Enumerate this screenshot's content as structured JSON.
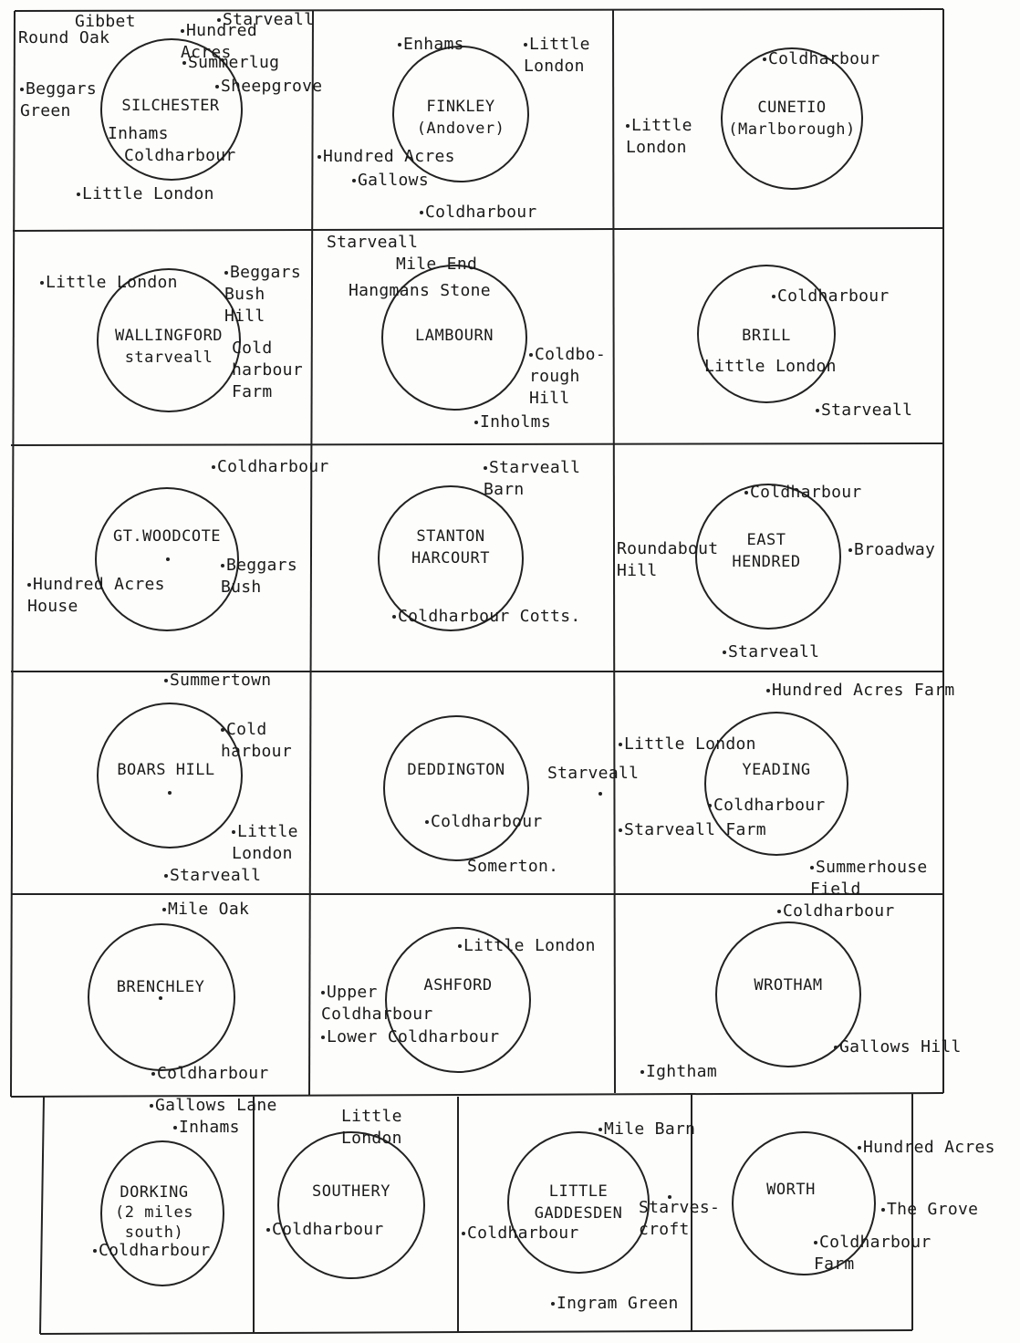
{
  "cells": [
    {
      "id": "silchester",
      "center": "SILCHESTER",
      "places": [
        {
          "text": "Gibbet"
        },
        {
          "text": "Round Oak"
        },
        {
          "text": "Starveall"
        },
        {
          "text": "Hundred\nAcres"
        },
        {
          "text": "Summerlug"
        },
        {
          "text": "Sheepgrove"
        },
        {
          "text": "Beggars\nGreen"
        },
        {
          "text": "Inhams"
        },
        {
          "text": "Coldharbour"
        },
        {
          "text": "Little London"
        }
      ]
    },
    {
      "id": "finkley",
      "center": "FINKLEY\n(Andover)",
      "places": [
        {
          "text": "Enhams"
        },
        {
          "text": "Little\nLondon"
        },
        {
          "text": "Hundred Acres"
        },
        {
          "text": "Gallows"
        },
        {
          "text": "Coldharbour"
        }
      ]
    },
    {
      "id": "cunetio",
      "center": "CUNETIO\n(Marlborough)",
      "places": [
        {
          "text": "Coldharbour"
        },
        {
          "text": "Little\nLondon"
        }
      ]
    },
    {
      "id": "wallingford",
      "center": "WALLINGFORD\nstarveall",
      "places": [
        {
          "text": "Little London"
        },
        {
          "text": "Beggars\nBush\nHill"
        },
        {
          "text": "Cold\nharbour\nFarm"
        }
      ]
    },
    {
      "id": "lambourn",
      "center": "LAMBOURN",
      "places": [
        {
          "text": "Starveall"
        },
        {
          "text": "Mile End"
        },
        {
          "text": "Hangmans Stone"
        },
        {
          "text": "Coldbo-\nrough\nHill"
        },
        {
          "text": "Inholms"
        }
      ]
    },
    {
      "id": "brill",
      "center": "BRILL",
      "places": [
        {
          "text": "Coldharbour"
        },
        {
          "text": "Little London"
        },
        {
          "text": "Starveall"
        }
      ]
    },
    {
      "id": "woodcote",
      "center": "GT.WOODCOTE",
      "places": [
        {
          "text": "Coldharbour"
        },
        {
          "text": "Hundred Acres\n      House"
        },
        {
          "text": "Beggars\nBush"
        }
      ]
    },
    {
      "id": "stanton",
      "center": "STANTON\nHARCOURT",
      "places": [
        {
          "text": "Starveall\n  Barn"
        },
        {
          "text": "Coldharbour Cotts."
        }
      ]
    },
    {
      "id": "hendred",
      "center": "EAST\nHENDRED",
      "places": [
        {
          "text": "Coldharbour"
        },
        {
          "text": "Roundabout\nHill"
        },
        {
          "text": "Broadway"
        },
        {
          "text": "Starveall"
        }
      ]
    },
    {
      "id": "boarshill",
      "center": "BOARS HILL",
      "places": [
        {
          "text": "Summertown"
        },
        {
          "text": "Cold\n harbour"
        },
        {
          "text": "Little\nLondon"
        },
        {
          "text": "Starveall"
        }
      ]
    },
    {
      "id": "deddington",
      "center": "DEDDINGTON",
      "places": [
        {
          "text": "Starveall"
        },
        {
          "text": "Coldharbour"
        },
        {
          "text": "Somerton."
        }
      ]
    },
    {
      "id": "yeading",
      "center": "YEADING",
      "places": [
        {
          "text": "Hundred Acres Farm"
        },
        {
          "text": "Little London"
        },
        {
          "text": "Coldharbour"
        },
        {
          "text": "Starveall Farm"
        },
        {
          "text": "Summerhouse\nField"
        }
      ]
    },
    {
      "id": "brenchley",
      "center": "BRENCHLEY",
      "places": [
        {
          "text": "Mile Oak"
        },
        {
          "text": "Coldharbour"
        }
      ]
    },
    {
      "id": "ashford",
      "center": "ASHFORD",
      "places": [
        {
          "text": "Little London"
        },
        {
          "text": "Upper\nColdharbour"
        },
        {
          "text": "Lower Coldharbour"
        }
      ]
    },
    {
      "id": "wrotham",
      "center": "WROTHAM",
      "places": [
        {
          "text": "Coldharbour"
        },
        {
          "text": "Gallows Hill"
        },
        {
          "text": "Ightham"
        }
      ]
    },
    {
      "id": "dorking",
      "center": "DORKING\n(2 miles\nsouth)",
      "places": [
        {
          "text": "Gallows Lane"
        },
        {
          "text": "Inhams"
        },
        {
          "text": "Coldharbour"
        }
      ]
    },
    {
      "id": "southery",
      "center": "SOUTHERY",
      "places": [
        {
          "text": "Little\n  London"
        },
        {
          "text": "Coldharbour"
        }
      ]
    },
    {
      "id": "gaddesden",
      "center": "LITTLE\nGADDESDEN",
      "places": [
        {
          "text": "Mile Barn"
        },
        {
          "text": "Starves-\ncroft"
        },
        {
          "text": "Coldharbour"
        },
        {
          "text": "Ingram Green"
        }
      ]
    },
    {
      "id": "worth",
      "center": "WORTH",
      "places": [
        {
          "text": "Hundred Acres"
        },
        {
          "text": "The Grove"
        },
        {
          "text": "Coldharbour\n  Farm"
        }
      ]
    }
  ]
}
